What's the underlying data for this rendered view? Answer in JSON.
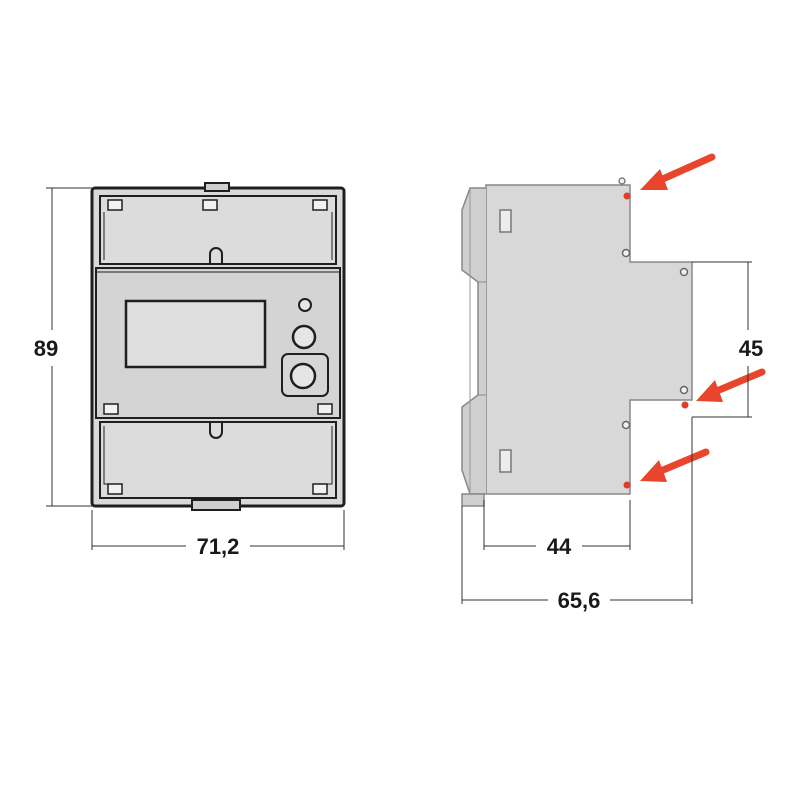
{
  "dimensions": {
    "front_height": "89",
    "front_width": "71,2",
    "side_step_height": "45",
    "side_depth_front": "44",
    "side_depth_total": "65,6"
  },
  "colors": {
    "housing_fill": "#d9d9d9",
    "outline": "#1f1f1f",
    "arrow": "#e8452c",
    "screw_dot": "#e23b2a",
    "dimension_line": "#333333"
  }
}
